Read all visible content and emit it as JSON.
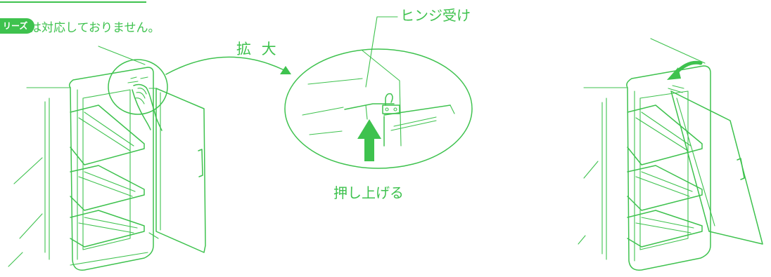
{
  "colors": {
    "accent": "#3ec24e",
    "badge_text": "#ffffff"
  },
  "header": {
    "series_badge": "リーズ",
    "notice": "は対応しておりません。"
  },
  "labels": {
    "zoom": "拡 大",
    "hinge_receiver": "ヒンジ受け",
    "push_up": "押し上げる"
  },
  "icons": [
    "push-up-arrow-icon",
    "zoom-arrow-icon",
    "rotate-arrow-icon"
  ]
}
